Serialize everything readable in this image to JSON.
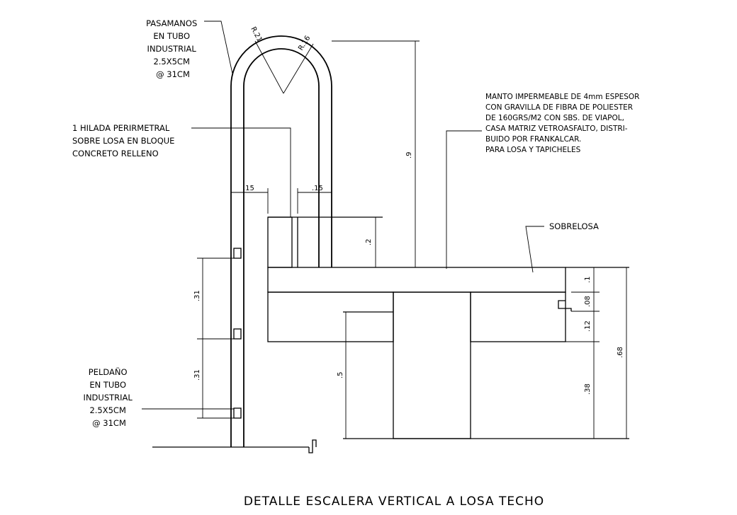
{
  "title": "DETALLE ESCALERA VERTICAL A LOSA TECHO",
  "labels": {
    "pasamanos": [
      "PASAMANOS",
      "EN TUBO",
      "INDUSTRIAL",
      "2.5X5CM",
      "@ 31CM"
    ],
    "hilada": [
      "1 HILADA PERIRMETRAL",
      "SOBRE LOSA EN BLOQUE",
      "CONCRETO RELLENO"
    ],
    "manto": [
      "MANTO IMPERMEABLE DE 4mm ESPESOR",
      "CON GRAVILLA DE FIBRA DE POLIESTER",
      "DE 160GRS/M2 CON SBS. DE VIAPOL,",
      "CASA MATRIZ VETROASFALTO, DISTRI-",
      "BUIDO POR FRANKALCAR.",
      "PARA LOSA Y TAPICHELES"
    ],
    "sobrelosa": "SOBRELOSA",
    "peldano": [
      "PELDAÑO",
      "EN TUBO",
      "INDUSTRIAL",
      "2.5X5CM",
      "@ 31CM"
    ]
  },
  "radii": {
    "outer": "R.21",
    "inner": "R.16"
  },
  "dimensions": {
    "rail_gap_left": ".15",
    "rail_gap_right": ".15",
    "curb_height": ".2",
    "rail_height": ".9",
    "step_upper": ".31",
    "step_lower": ".31",
    "beam_depth": ".5",
    "layer_top": ".1",
    "layer_mid": ".08",
    "layer_slab": ".12",
    "layer_beam": ".38",
    "total": ".68"
  }
}
